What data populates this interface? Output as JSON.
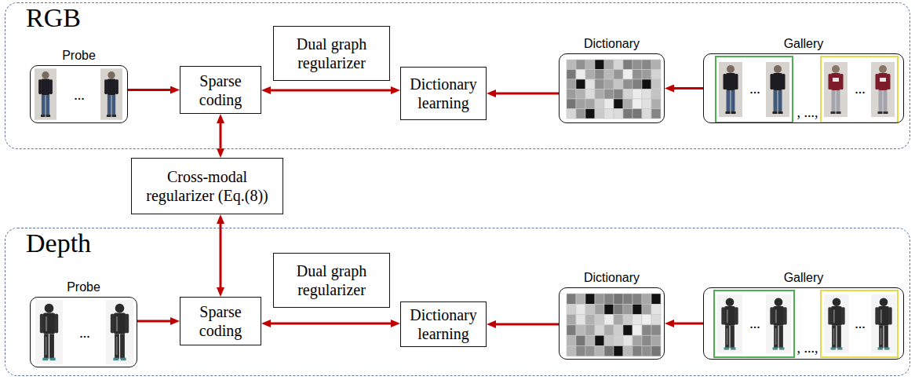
{
  "diagram": {
    "nodes": [
      {
        "text": [
          "RGB"
        ]
      },
      {
        "text": [
          "Probe",
          "..."
        ],
        "in": 0
      },
      {
        "text": [
          "Sparse coding"
        ],
        "in": 0
      },
      {
        "text": [
          "Dual graph regularizer"
        ],
        "in": 0
      },
      {
        "text": [
          "Dictionary learning"
        ],
        "in": 0
      },
      {
        "text": [
          "Dictionary"
        ],
        "in": 0
      },
      {
        "text": [
          "Gallery",
          "...",
          ", ...,",
          "..."
        ],
        "in": 0
      },
      {
        "text": [
          "Cross-modal regularizer (Eq.(8))"
        ]
      },
      {
        "text": [
          "Depth"
        ]
      },
      {
        "text": [
          "Probe",
          "..."
        ],
        "in": 8
      },
      {
        "text": [
          "Sparse coding"
        ],
        "in": 8
      },
      {
        "text": [
          "Dual graph regularizer"
        ],
        "in": 8
      },
      {
        "text": [
          "Dictionary learning"
        ],
        "in": 8
      },
      {
        "text": [
          "Dictionary"
        ],
        "in": 8
      },
      {
        "text": [
          "Gallery",
          "...",
          ", ...,",
          "..."
        ],
        "in": 8
      }
    ],
    "edges": [
      {
        "from": 1,
        "to": 2,
        "arrow": "to"
      },
      {
        "from": 2,
        "to": 4,
        "arrow": "both"
      },
      {
        "from": 5,
        "to": 4,
        "arrow": "to"
      },
      {
        "from": 6,
        "to": 5,
        "arrow": "to"
      },
      {
        "from": 2,
        "to": 7,
        "arrow": "both"
      },
      {
        "from": 7,
        "to": 10,
        "arrow": "both"
      },
      {
        "from": 9,
        "to": 10,
        "arrow": "to"
      },
      {
        "from": 10,
        "to": 12,
        "arrow": "both"
      },
      {
        "from": 13,
        "to": 12,
        "arrow": "to"
      },
      {
        "from": 14,
        "to": 13,
        "arrow": "to"
      }
    ]
  }
}
